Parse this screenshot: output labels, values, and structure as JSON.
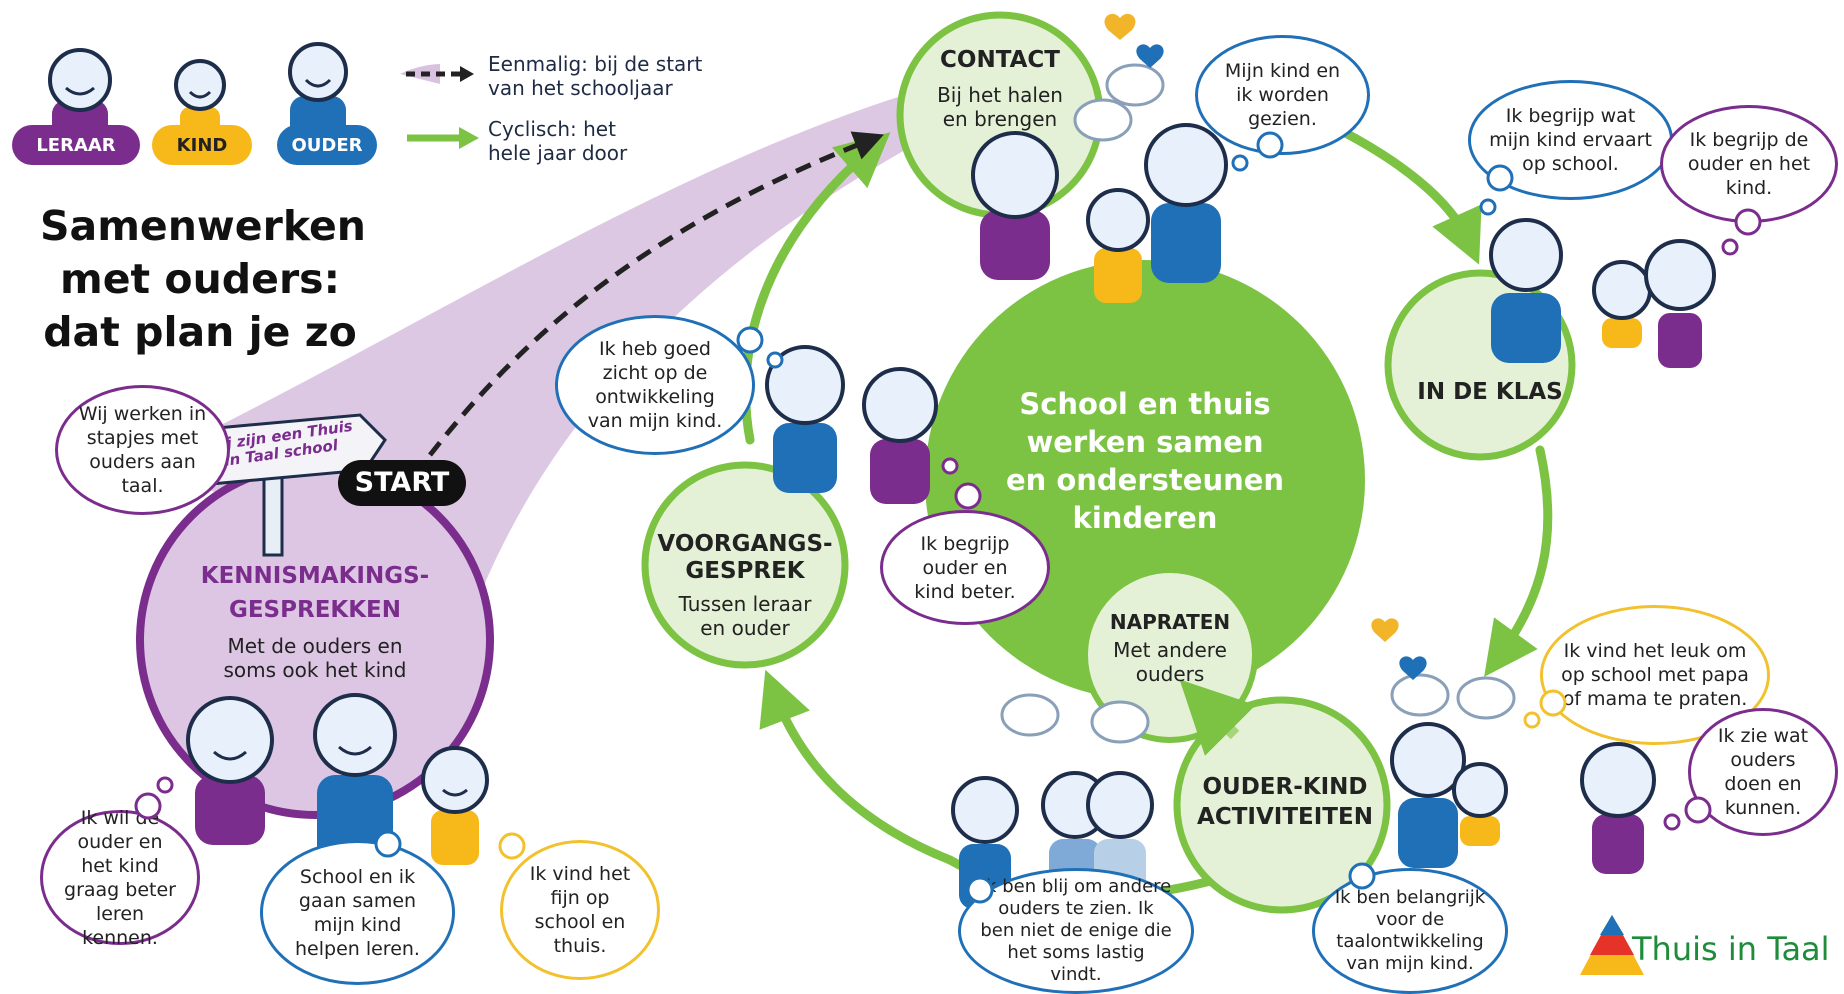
{
  "legend": {
    "roles": [
      {
        "label": "LERAAR",
        "color": "#7b2d8e"
      },
      {
        "label": "KIND",
        "color": "#f7b81a"
      },
      {
        "label": "OUDER",
        "color": "#2070b8"
      }
    ],
    "once_line1": "Eenmalig: bij de start",
    "once_line2": "van het schooljaar",
    "cyclic_line1": "Cyclisch: het",
    "cyclic_line2": "hele jaar door"
  },
  "title": {
    "line1": "Samenwerken",
    "line2": "met ouders:",
    "line3": "dat plan je zo"
  },
  "start": {
    "label": "START",
    "sign_text": "Wij zijn een Thuis in Taal school",
    "node_title_line1": "KENNISMAKINGS-",
    "node_title_line2": "GESPREKKEN",
    "node_sub_line1": "Met de ouders en",
    "node_sub_line2": "soms ook het kind"
  },
  "hub": {
    "line1": "School en thuis",
    "line2": "werken samen",
    "line3": "en ondersteunen",
    "line4": "kinderen"
  },
  "nodes": {
    "contact": {
      "title": "CONTACT",
      "sub_line1": "Bij het halen",
      "sub_line2": "en brengen"
    },
    "klas": {
      "title": "IN DE KLAS"
    },
    "voorgang": {
      "title_line1": "VOORGANGS-",
      "title_line2": "GESPREK",
      "sub_line1": "Tussen leraar",
      "sub_line2": "en ouder"
    },
    "napraten": {
      "title": "NAPRATEN",
      "sub_line1": "Met andere",
      "sub_line2": "ouders"
    },
    "ouderkind": {
      "title_line1": "OUDER-KIND",
      "title_line2": "ACTIVITEITEN"
    }
  },
  "bubbles": {
    "wij_werken": "Wij werken in stapjes met ouders aan taal.",
    "mijn_kind_gezien": "Mijn kind en ik worden gezien.",
    "begrijp_ervaart": "Ik begrijp wat mijn kind ervaart op school.",
    "begrijp_ouder_kind": "Ik begrijp de ouder en het kind.",
    "heb_goed_zicht": "Ik heb goed zicht op de ontwikkeling van mijn kind.",
    "begrijp_beter": "Ik begrijp ouder en kind beter.",
    "vind_leuk": "Ik vind het leuk om op school met papa of mama te praten.",
    "zie_wat": "Ik zie wat ouders doen en kunnen.",
    "wil_leren_kennen": "Ik wil de ouder en het kind graag beter leren kennen.",
    "school_en_ik": "School en ik gaan samen mijn kind helpen leren.",
    "vind_fijn": "Ik vind het fijn op school en thuis.",
    "blij_andere": "Ik ben blij om andere ouders te zien. Ik ben niet de enige die het soms lastig vindt.",
    "belangrijk": "Ik ben belangrijk voor de taalontwikkeling van mijn kind."
  },
  "brand": "Thuis in Taal",
  "colors": {
    "purple": "#7b2d8e",
    "purple_light": "#ddc6e3",
    "green": "#7cc243",
    "green_light": "#e4f1d6",
    "blue": "#2070b8",
    "yellow": "#f7b81a"
  },
  "icons": [
    "dashed-arrow-icon",
    "green-arrow-icon",
    "signpost-icon",
    "heart-icon",
    "chat-bubble-icon",
    "brand-logo-icon"
  ]
}
